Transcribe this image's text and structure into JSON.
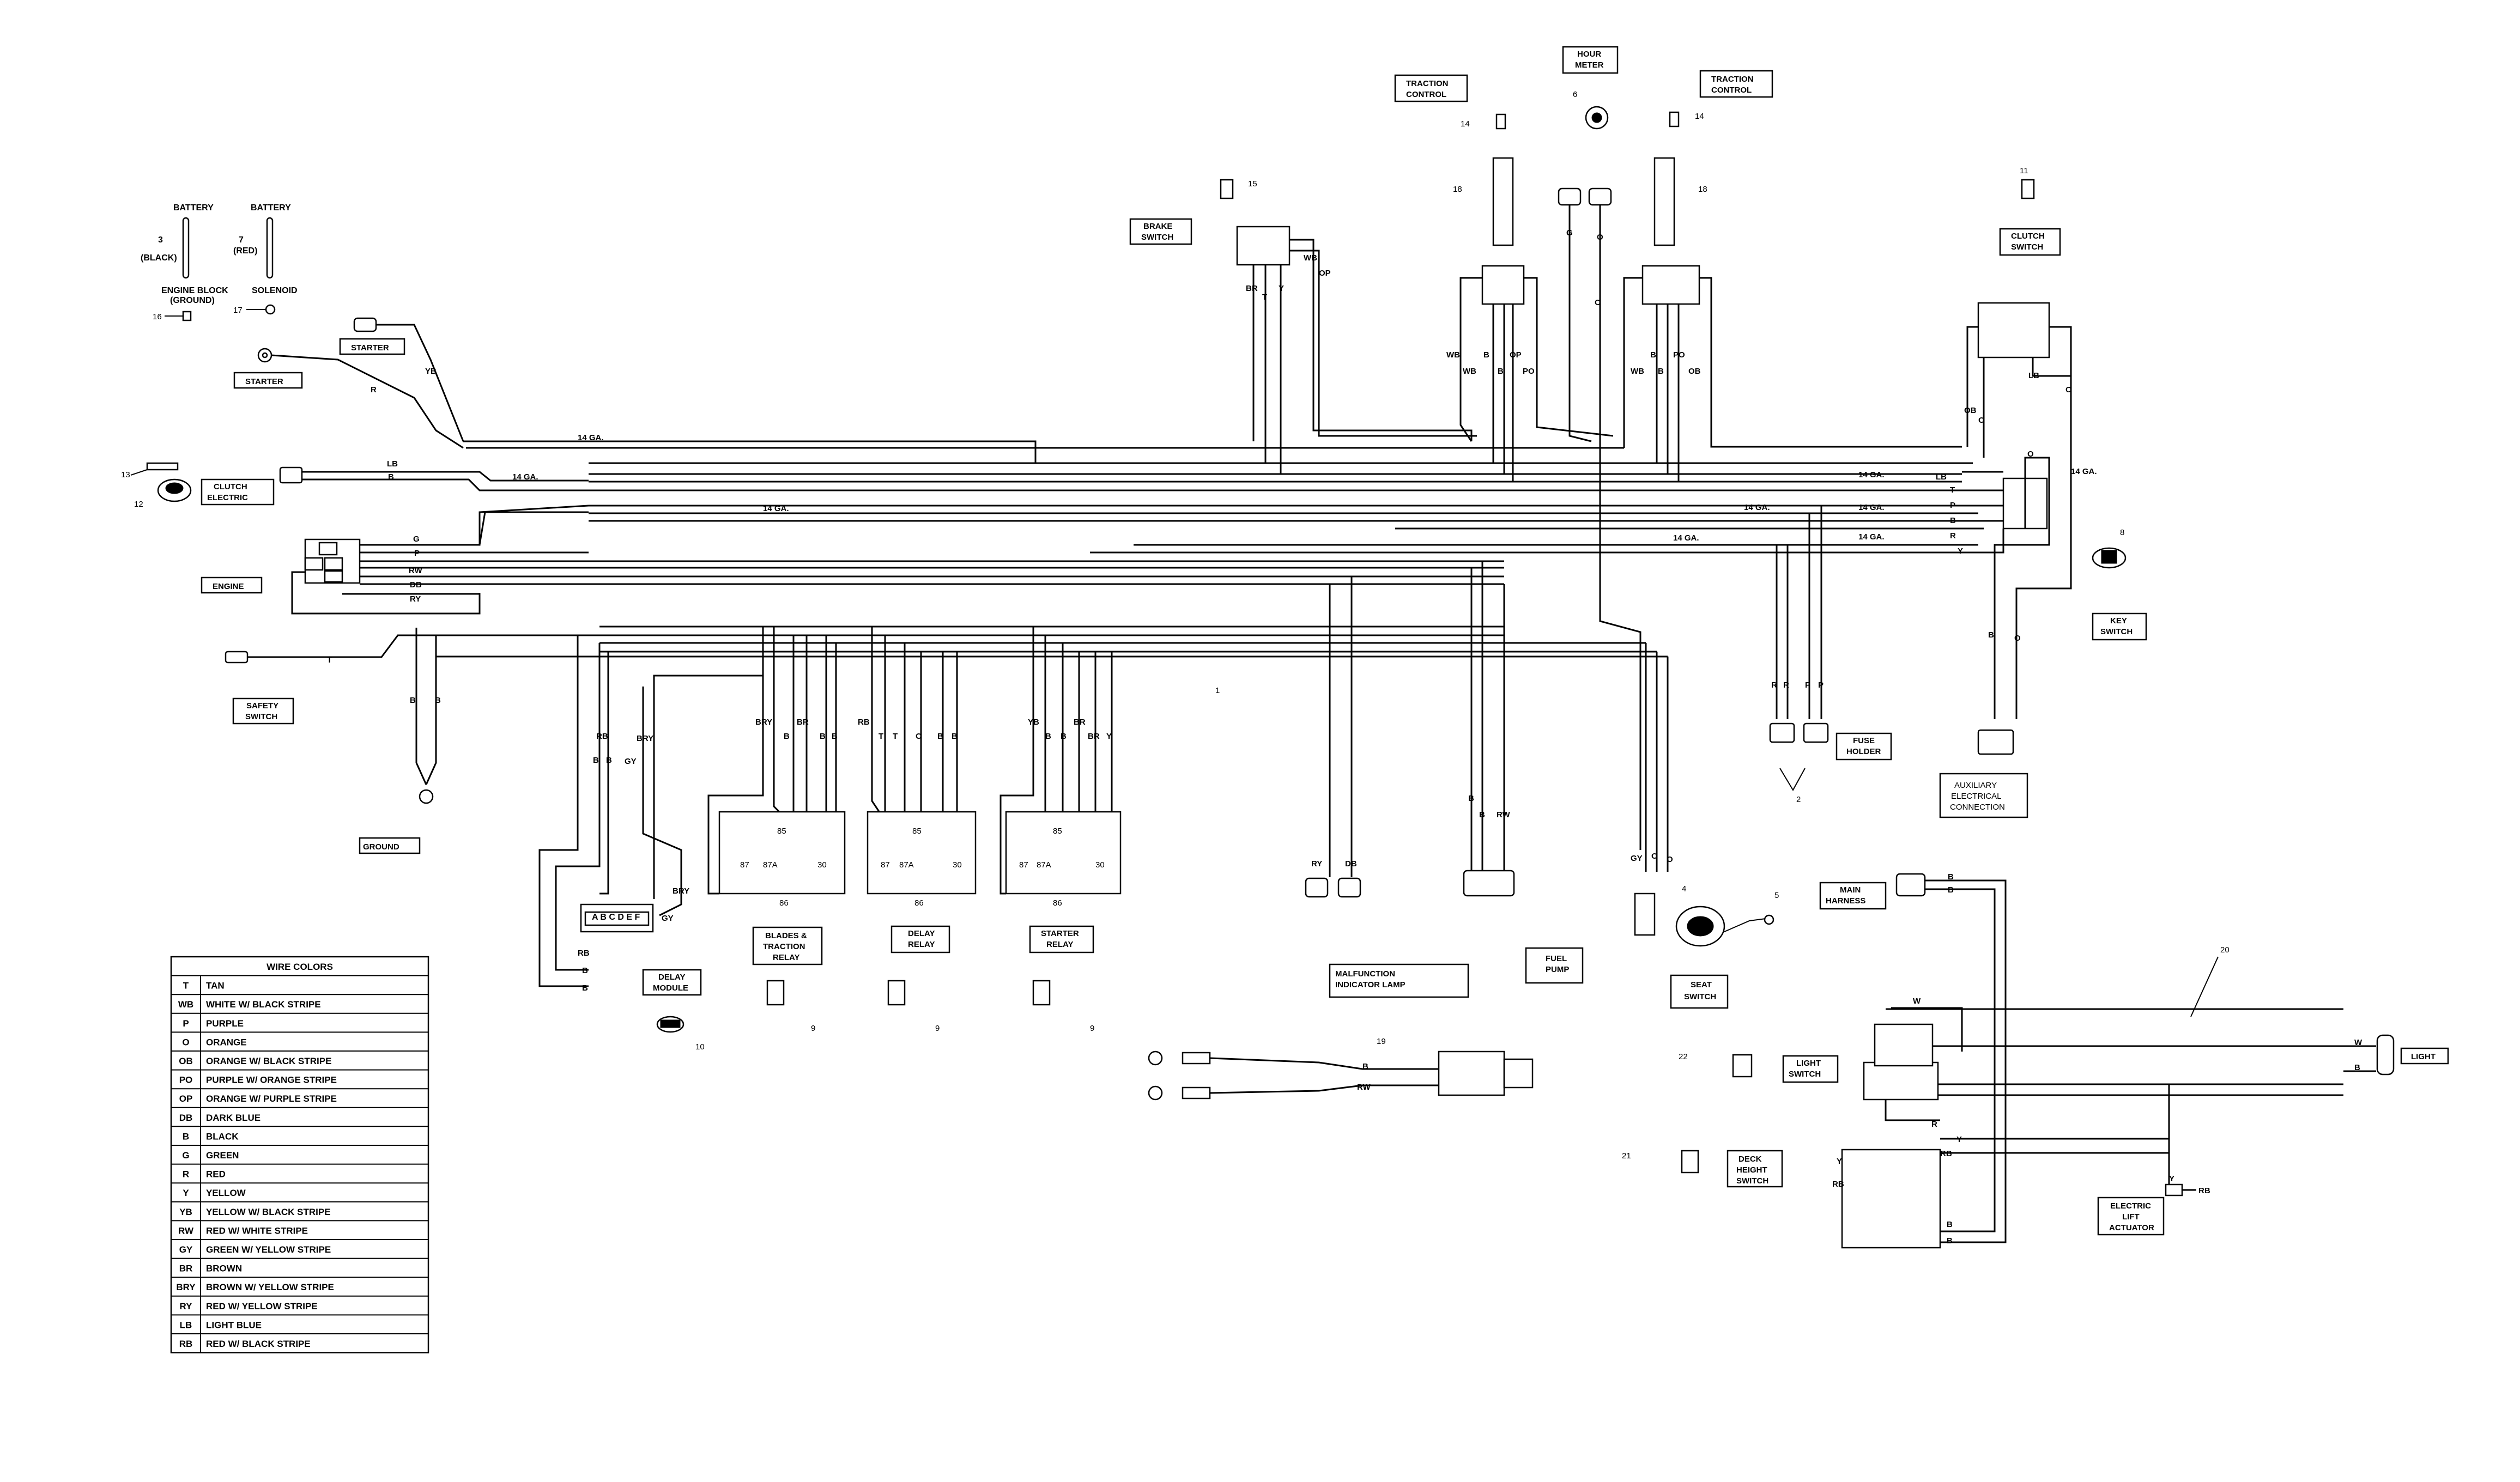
{
  "labels": {
    "battery_neg": "BATTERY",
    "battery_neg_num": "3",
    "battery_neg_color": "(BLACK)",
    "battery_pos": "BATTERY",
    "battery_pos_num": "7",
    "battery_pos_color": "(RED)",
    "engine_block": "ENGINE BLOCK",
    "engine_block_sub": "(GROUND)",
    "solenoid": "SOLENOID",
    "n16": "16",
    "n17": "17",
    "starter1": "STARTER",
    "starter2": "STARTER",
    "n13": "13",
    "n12": "12",
    "clutch_electric_1": "CLUTCH",
    "clutch_electric_2": "ELECTRIC",
    "engine": "ENGINE",
    "safety_switch_1": "SAFETY",
    "safety_switch_2": "SWITCH",
    "ground": "GROUND",
    "delay_module_1": "DELAY",
    "delay_module_2": "MODULE",
    "n10": "10",
    "blades_relay_1": "BLADES &",
    "blades_relay_2": "TRACTION",
    "blades_relay_3": "RELAY",
    "delay_relay_1": "DELAY",
    "delay_relay_2": "RELAY",
    "starter_relay_1": "STARTER",
    "starter_relay_2": "RELAY",
    "n9": "9",
    "brake_switch_1": "BRAKE",
    "brake_switch_2": "SWITCH",
    "n15": "15",
    "traction_control_1": "TRACTION",
    "traction_control_2": "CONTROL",
    "hour_meter_1": "HOUR",
    "hour_meter_2": "METER",
    "n14": "14",
    "n6": "6",
    "n18": "18",
    "n11": "11",
    "clutch_switch_1": "CLUTCH",
    "clutch_switch_2": "SWITCH",
    "n8": "8",
    "key_switch_1": "KEY",
    "key_switch_2": "SWITCH",
    "fuse_holder_1": "FUSE",
    "fuse_holder_2": "HOLDER",
    "n2": "2",
    "aux_1": "AUXILIARY",
    "aux_2": "ELECTRICAL",
    "aux_3": "CONNECTION",
    "n1": "1",
    "malfunction_1": "MALFUNCTION",
    "malfunction_2": "INDICATOR LAMP",
    "fuel_pump_1": "FUEL",
    "fuel_pump_2": "PUMP",
    "n4": "4",
    "n5": "5",
    "seat_switch_1": "SEAT",
    "seat_switch_2": "SWITCH",
    "main_harness_1": "MAIN",
    "main_harness_2": "HARNESS",
    "n19": "19",
    "n20": "20",
    "n22": "22",
    "light_switch_1": "LIGHT",
    "light_switch_2": "SWITCH",
    "n21": "21",
    "deck_height_1": "DECK",
    "deck_height_2": "HEIGHT",
    "deck_height_3": "SWITCH",
    "light": "LIGHT",
    "ela_1": "ELECTRIC",
    "ela_2": "LIFT",
    "ela_3": "ACTUATOR",
    "ga14": "14 GA.",
    "relay_85": "85",
    "relay_87": "87",
    "relay_87a": "87A",
    "relay_30": "30",
    "relay_86": "86",
    "delay_pins": "A B C D E F"
  },
  "wires": {
    "YB": "YB",
    "R": "R",
    "LB": "LB",
    "B": "B",
    "G": "G",
    "P": "P",
    "RW": "RW",
    "DB": "DB",
    "RY": "RY",
    "T": "T",
    "RB": "RB",
    "BRY": "BRY",
    "GY": "GY",
    "BR": "BR",
    "Y": "Y",
    "O": "O",
    "WB": "WB",
    "OP": "OP",
    "PO": "PO",
    "OB": "OB",
    "W": "W"
  },
  "legend": {
    "title": "WIRE COLORS",
    "rows": [
      {
        "code": "T",
        "name": "TAN"
      },
      {
        "code": "WB",
        "name": "WHITE W/ BLACK STRIPE"
      },
      {
        "code": "P",
        "name": "PURPLE"
      },
      {
        "code": "O",
        "name": "ORANGE"
      },
      {
        "code": "OB",
        "name": "ORANGE W/ BLACK STRIPE"
      },
      {
        "code": "PO",
        "name": "PURPLE W/ ORANGE STRIPE"
      },
      {
        "code": "OP",
        "name": "ORANGE W/ PURPLE STRIPE"
      },
      {
        "code": "DB",
        "name": "DARK BLUE"
      },
      {
        "code": "B",
        "name": "BLACK"
      },
      {
        "code": "G",
        "name": "GREEN"
      },
      {
        "code": "R",
        "name": "RED"
      },
      {
        "code": "Y",
        "name": "YELLOW"
      },
      {
        "code": "YB",
        "name": "YELLOW W/ BLACK STRIPE"
      },
      {
        "code": "RW",
        "name": "RED W/ WHITE STRIPE"
      },
      {
        "code": "GY",
        "name": "GREEN W/ YELLOW STRIPE"
      },
      {
        "code": "BR",
        "name": "BROWN"
      },
      {
        "code": "BRY",
        "name": "BROWN W/ YELLOW STRIPE"
      },
      {
        "code": "RY",
        "name": "RED W/ YELLOW STRIPE"
      },
      {
        "code": "LB",
        "name": "LIGHT BLUE"
      },
      {
        "code": "RB",
        "name": "RED W/ BLACK STRIPE"
      }
    ]
  }
}
